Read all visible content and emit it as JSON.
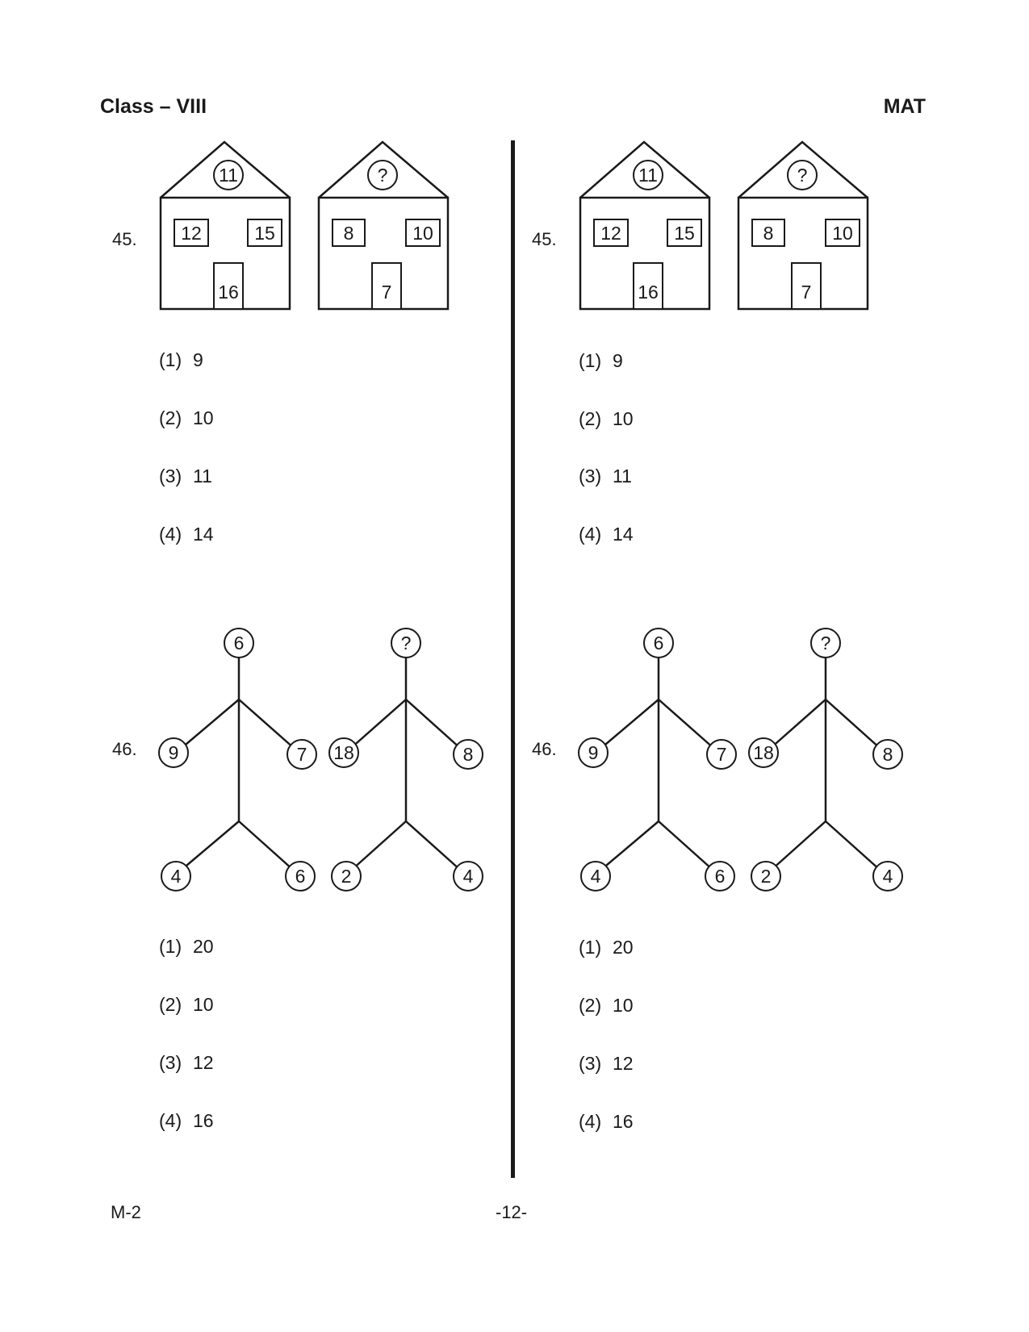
{
  "header": {
    "left": "Class – VIII",
    "right": "MAT"
  },
  "footer": {
    "code": "M-2",
    "page": "-12-"
  },
  "columns": [
    {
      "q45": {
        "number": "45.",
        "house1": {
          "roof": "11",
          "win_left": "12",
          "win_right": "15",
          "door": "16"
        },
        "house2": {
          "roof": "?",
          "win_left": "8",
          "win_right": "10",
          "door": "7"
        },
        "options": [
          {
            "num": "(1)",
            "value": "9"
          },
          {
            "num": "(2)",
            "value": "10"
          },
          {
            "num": "(3)",
            "value": "11"
          },
          {
            "num": "(4)",
            "value": "14"
          }
        ]
      },
      "q46": {
        "number": "46.",
        "figure1": {
          "head": "6",
          "left_arm": "9",
          "right_arm": "7",
          "left_leg": "4",
          "right_leg": "6"
        },
        "figure2": {
          "head": "?",
          "left_arm": "18",
          "right_arm": "8",
          "left_leg": "2",
          "right_leg": "4"
        },
        "options": [
          {
            "num": "(1)",
            "value": "20"
          },
          {
            "num": "(2)",
            "value": "10"
          },
          {
            "num": "(3)",
            "value": "12"
          },
          {
            "num": "(4)",
            "value": "16"
          }
        ]
      }
    },
    {
      "q45": {
        "number": "45.",
        "house1": {
          "roof": "11",
          "win_left": "12",
          "win_right": "15",
          "door": "16"
        },
        "house2": {
          "roof": "?",
          "win_left": "8",
          "win_right": "10",
          "door": "7"
        },
        "options": [
          {
            "num": "(1)",
            "value": "9"
          },
          {
            "num": "(2)",
            "value": "10"
          },
          {
            "num": "(3)",
            "value": "11"
          },
          {
            "num": "(4)",
            "value": "14"
          }
        ]
      },
      "q46": {
        "number": "46.",
        "figure1": {
          "head": "6",
          "left_arm": "9",
          "right_arm": "7",
          "left_leg": "4",
          "right_leg": "6"
        },
        "figure2": {
          "head": "?",
          "left_arm": "18",
          "right_arm": "8",
          "left_leg": "2",
          "right_leg": "4"
        },
        "options": [
          {
            "num": "(1)",
            "value": "20"
          },
          {
            "num": "(2)",
            "value": "10"
          },
          {
            "num": "(3)",
            "value": "12"
          },
          {
            "num": "(4)",
            "value": "16"
          }
        ]
      }
    }
  ]
}
